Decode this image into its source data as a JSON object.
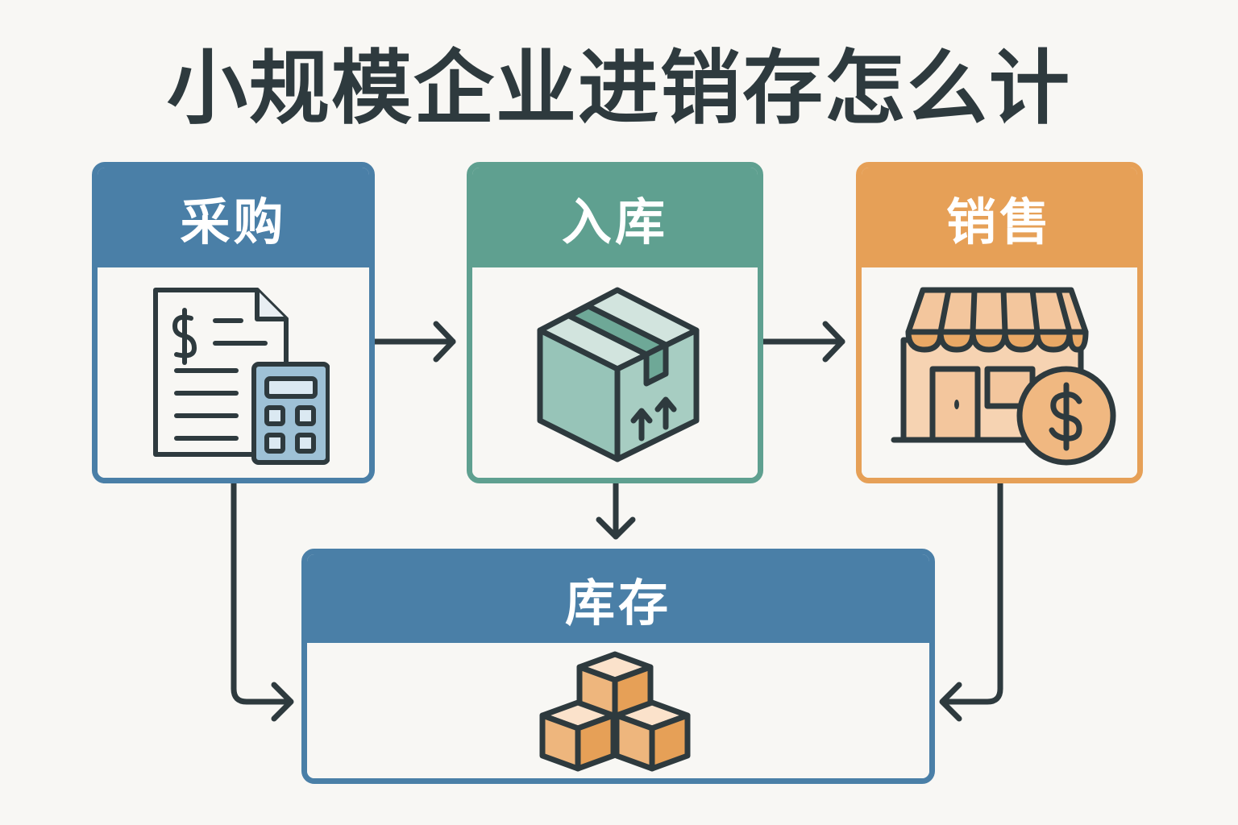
{
  "title": "小规模企业进销存怎么计",
  "nodes": {
    "purchase": {
      "label": "采购",
      "icon": "invoice-calculator-icon",
      "color": "#4a7fa7"
    },
    "inbound": {
      "label": "入库",
      "icon": "package-box-icon",
      "color": "#5fa090"
    },
    "sales": {
      "label": "销售",
      "icon": "storefront-dollar-icon",
      "color": "#e6a057"
    },
    "stock": {
      "label": "库存",
      "icon": "stacked-boxes-icon",
      "color": "#4a7fa7"
    }
  },
  "edges": [
    {
      "from": "采购",
      "to": "入库"
    },
    {
      "from": "入库",
      "to": "销售"
    },
    {
      "from": "入库",
      "to": "库存"
    },
    {
      "from": "采购",
      "to": "库存"
    },
    {
      "from": "销售",
      "to": "库存"
    }
  ]
}
